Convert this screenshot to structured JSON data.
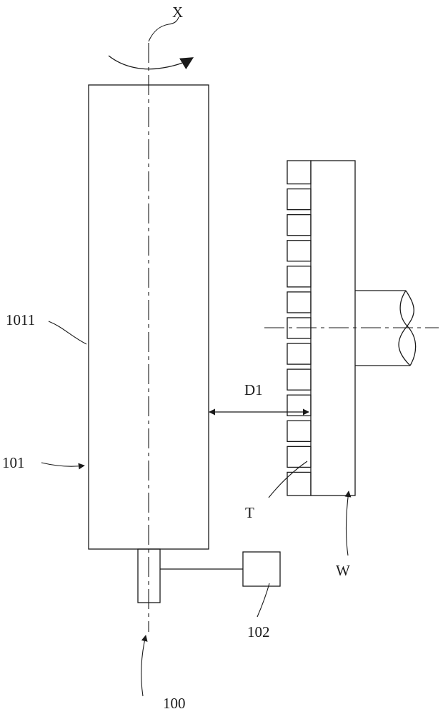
{
  "labels": {
    "axis": "X",
    "surface": "1011",
    "body": "101",
    "distance": "D1",
    "tooth": "T",
    "workpiece": "W",
    "unit": "102",
    "assembly": "100"
  },
  "teeth_count": 13
}
